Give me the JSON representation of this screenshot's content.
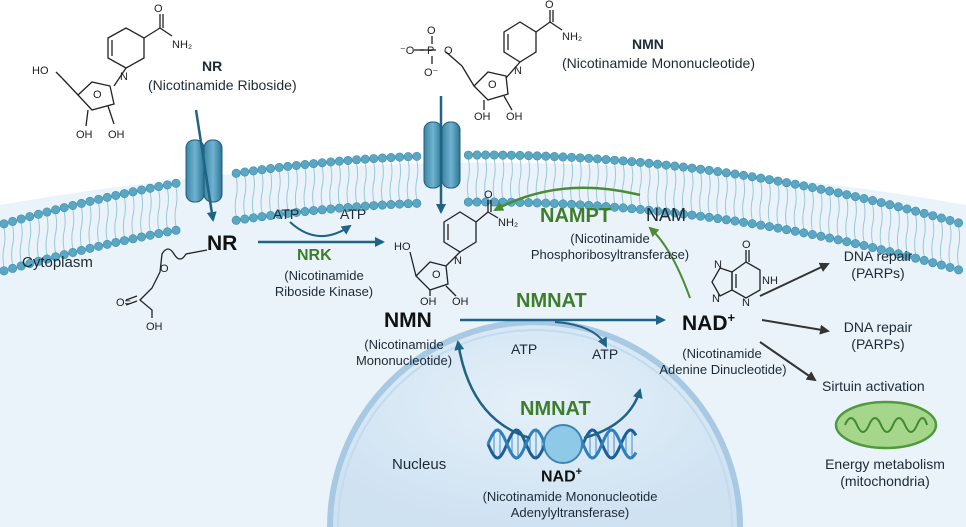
{
  "molecules": {
    "nr_top": {
      "abbr": "NR",
      "full": "(Nicotinamide Riboside)"
    },
    "nmn_top": {
      "abbr": "NMN",
      "full": "(Nicotinamide Mononucleotide)"
    },
    "nr_cyto": {
      "abbr": "NR"
    },
    "nmn_cyto": {
      "abbr": "NMN",
      "full_line1": "(Nicotinamide",
      "full_line2": "Mononucleotide)"
    },
    "nad": {
      "abbr": "NAD",
      "sup": "+",
      "full_line1": "(Nicotinamide",
      "full_line2": "Adenine Dinucleotide)"
    },
    "nam": {
      "abbr": "NAM"
    },
    "nad_nucleus": {
      "abbr": "NAD",
      "sup": "+"
    }
  },
  "compartments": {
    "cytoplasm": "Cytoplasm",
    "nucleus": "Nucleus"
  },
  "enzymes": {
    "nrk": {
      "name": "NRK",
      "full_line1": "(Nicotinamide",
      "full_line2": "Riboside Kinase)"
    },
    "nampt": {
      "name": "NAMPT",
      "full_line1": "(Nicotinamide",
      "full_line2": "Phosphoribosyltransferase)"
    },
    "nmnat_cyto": {
      "name": "NMNAT"
    },
    "nmnat_nucleus": {
      "name": "NMNAT",
      "full_line1": "(Nicotinamide Mononucleotide",
      "full_line2": "Adenylyltransferase)"
    }
  },
  "cofactors": {
    "nrk_atp_in": "ATP",
    "nrk_atp_out": "ATP",
    "nmnat_atp_in": "ATP",
    "nmnat_atp_out": "ATP"
  },
  "outcomes": {
    "dna1_line1": "DNA repair",
    "dna1_line2": "(PARPs)",
    "dna2_line1": "DNA repair",
    "dna2_line2": "(PARPs)",
    "sirtuin": "Sirtuin activation",
    "energy_line1": "Energy metabolism",
    "energy_line2": "(mitochondria)"
  },
  "atoms": {
    "nh2": "NH₂",
    "o": "O",
    "n": "N",
    "nh": "NH",
    "ho": "HO",
    "oh": "OH",
    "p": "P",
    "o_minus": "⁻O",
    "o_minus2": "O⁻",
    "o_eq": "O="
  },
  "colors": {
    "membrane_head": "#5aa7c4",
    "membrane_tail": "#9cc8d8",
    "arrow_blue": "#1f6485",
    "enzyme_green": "#3e7d2c",
    "cytoplasm": "#e9f3fa",
    "nucleus": "#d8e9f6"
  }
}
